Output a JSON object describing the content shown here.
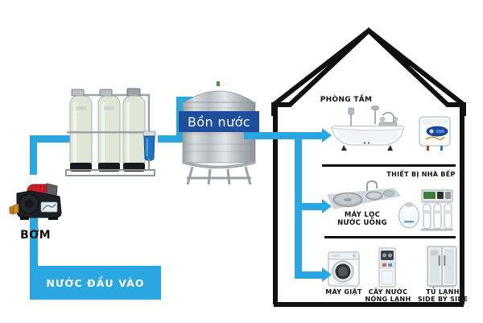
{
  "diagram": {
    "title": "So do he thong loc nuoc sinh hoat",
    "accent_color": "#2aa7e0",
    "tank_label_color": "#1f4e9c",
    "outline_color": "#111111"
  },
  "source": {
    "inlet_band_label": "NƯỚC ĐẦU VÀO",
    "pump_label": "BƠM"
  },
  "filter_system": {
    "tank_count": 3,
    "has_blue_cartridge": true
  },
  "storage": {
    "tank_label": "Bồn nước"
  },
  "house": {
    "floors": [
      {
        "name": "bathroom",
        "label": "PHÒNG TẮM",
        "items": [
          "bathtub",
          "water-heater"
        ]
      },
      {
        "name": "kitchen",
        "label": "THIẾT BỊ NHÀ BẾP",
        "sub_label": "MÁY LỌC\nNƯỚC UỐNG",
        "items": [
          "kitchen-sink",
          "ro-water-purifier"
        ]
      },
      {
        "name": "utility",
        "items": [
          {
            "label": "MÁY GIẶT",
            "icon": "washing-machine"
          },
          {
            "label": "CÂY NƯỚC\nNÓNG LẠNH",
            "icon": "water-dispenser"
          },
          {
            "label": "TỦ LẠNH\nSIDE BY SIDE",
            "icon": "side-by-side-fridge"
          }
        ]
      }
    ]
  }
}
